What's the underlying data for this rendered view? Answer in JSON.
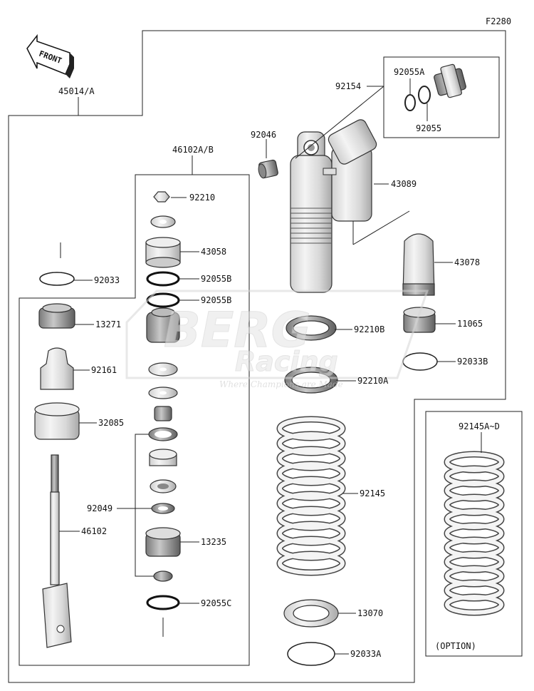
{
  "figure_code": "F2280",
  "front_label": "FRONT",
  "option_label": "(OPTION)",
  "watermark": {
    "brand": "BERG",
    "sub": "Racing",
    "tagline": "Where Champions are Made"
  },
  "callouts": [
    {
      "id": "45014-A",
      "text": "45014/A"
    },
    {
      "id": "46102A-B",
      "text": "46102A/B"
    },
    {
      "id": "92154",
      "text": "92154"
    },
    {
      "id": "92055A",
      "text": "92055A"
    },
    {
      "id": "92055",
      "text": "92055"
    },
    {
      "id": "92046",
      "text": "92046"
    },
    {
      "id": "43089",
      "text": "43089"
    },
    {
      "id": "92210",
      "text": "92210"
    },
    {
      "id": "43058",
      "text": "43058"
    },
    {
      "id": "92055B-1",
      "text": "92055B"
    },
    {
      "id": "92055B-2",
      "text": "92055B"
    },
    {
      "id": "43078",
      "text": "43078"
    },
    {
      "id": "92033",
      "text": "92033"
    },
    {
      "id": "13271",
      "text": "13271"
    },
    {
      "id": "11065",
      "text": "11065"
    },
    {
      "id": "92210B",
      "text": "92210B"
    },
    {
      "id": "92033B",
      "text": "92033B"
    },
    {
      "id": "92161",
      "text": "92161"
    },
    {
      "id": "92210A",
      "text": "92210A"
    },
    {
      "id": "32085",
      "text": "32085"
    },
    {
      "id": "92145A-D",
      "text": "92145A~D"
    },
    {
      "id": "92145",
      "text": "92145"
    },
    {
      "id": "92049",
      "text": "92049"
    },
    {
      "id": "46102",
      "text": "46102"
    },
    {
      "id": "13235",
      "text": "13235"
    },
    {
      "id": "92055C",
      "text": "92055C"
    },
    {
      "id": "13070",
      "text": "13070"
    },
    {
      "id": "92033A",
      "text": "92033A"
    }
  ]
}
